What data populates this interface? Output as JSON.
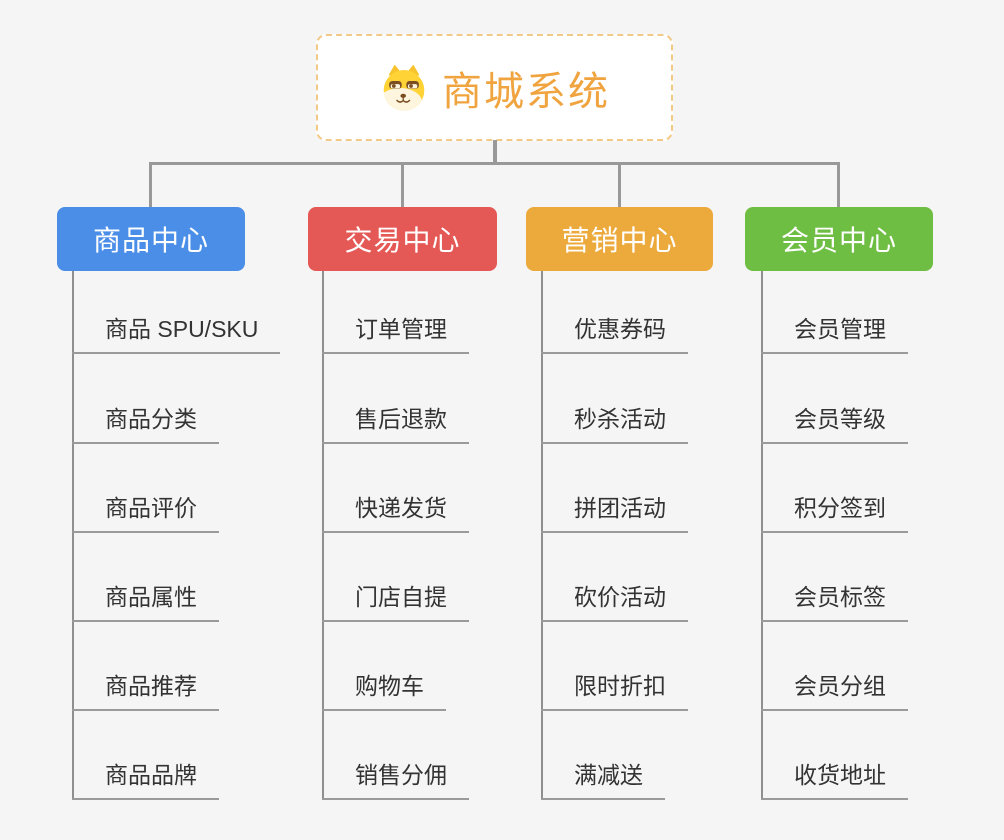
{
  "root": {
    "title": "商城系统",
    "icon": "shiba-dog-icon",
    "text_color": "#f0a43f",
    "border_color": "#f2ca87",
    "background": "#ffffff"
  },
  "connector_color": "#999999",
  "background_color": "#f5f5f5",
  "leaf_text_color": "#333333",
  "leaf_line_color": "#9a9a9a",
  "branches": [
    {
      "label": "商品中心",
      "color": "#4a8ee8",
      "items": [
        "商品 SPU/SKU",
        "商品分类",
        "商品评价",
        "商品属性",
        "商品推荐",
        "商品品牌"
      ]
    },
    {
      "label": "交易中心",
      "color": "#e45956",
      "items": [
        "订单管理",
        "售后退款",
        "快递发货",
        "门店自提",
        "购物车",
        "销售分佣"
      ]
    },
    {
      "label": "营销中心",
      "color": "#ecaa3c",
      "items": [
        "优惠券码",
        "秒杀活动",
        "拼团活动",
        "砍价活动",
        "限时折扣",
        "满减送"
      ]
    },
    {
      "label": "会员中心",
      "color": "#6fbe44",
      "items": [
        "会员管理",
        "会员等级",
        "积分签到",
        "会员标签",
        "会员分组",
        "收货地址"
      ]
    }
  ]
}
